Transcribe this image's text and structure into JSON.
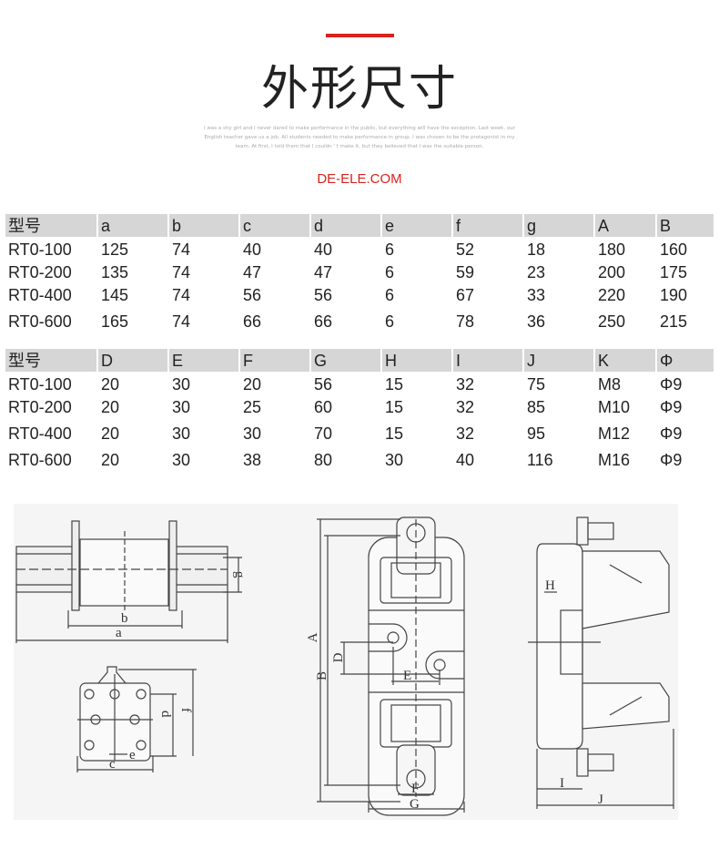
{
  "header": {
    "title": "外形尺寸",
    "blurb": "I was a shy girl and I never dared to make performance in the public, but everything will have the exception. Last week, our English teacher gave us a job. All students needed to make performance in group. I was chosen to be the protagonist in my team. At first, I told them that I couldn ' t make it, but they believed that I was the suitable person.",
    "brand": "DE-ELE.COM",
    "accent_color": "#d9231c"
  },
  "table1": {
    "headers": [
      "型号",
      "a",
      "b",
      "c",
      "d",
      "e",
      "f",
      "g",
      "A",
      "B"
    ],
    "rows": [
      [
        "RT0-100",
        "125",
        "74",
        "40",
        "40",
        "6",
        "52",
        "18",
        "180",
        "160"
      ],
      [
        "RT0-200",
        "135",
        "74",
        "47",
        "47",
        "6",
        "59",
        "23",
        "200",
        "175"
      ],
      [
        "RT0-400",
        "145",
        "74",
        "56",
        "56",
        "6",
        "67",
        "33",
        "220",
        "190"
      ],
      [
        "RT0-600",
        "165",
        "74",
        "66",
        "66",
        "6",
        "78",
        "36",
        "250",
        "215"
      ]
    ]
  },
  "table2": {
    "headers": [
      "型号",
      "D",
      "E",
      "F",
      "G",
      "H",
      "I",
      "J",
      "K",
      "Φ"
    ],
    "rows": [
      [
        "RT0-100",
        "20",
        "30",
        "20",
        "56",
        "15",
        "32",
        "75",
        "M8",
        "Φ9"
      ],
      [
        "RT0-200",
        "20",
        "30",
        "25",
        "60",
        "15",
        "32",
        "85",
        "M10",
        "Φ9"
      ],
      [
        "RT0-400",
        "20",
        "30",
        "30",
        "70",
        "15",
        "32",
        "95",
        "M12",
        "Φ9"
      ],
      [
        "RT0-600",
        "20",
        "30",
        "38",
        "80",
        "30",
        "40",
        "116",
        "M16",
        "Φ9"
      ]
    ]
  },
  "drawing": {
    "labels": {
      "a": "a",
      "b": "b",
      "c": "c",
      "d": "d",
      "e": "e",
      "f": "f",
      "g": "g",
      "A": "A",
      "B": "B",
      "D": "D",
      "E": "E",
      "F": "F",
      "G": "G",
      "H": "H",
      "I": "I",
      "J": "J"
    }
  }
}
